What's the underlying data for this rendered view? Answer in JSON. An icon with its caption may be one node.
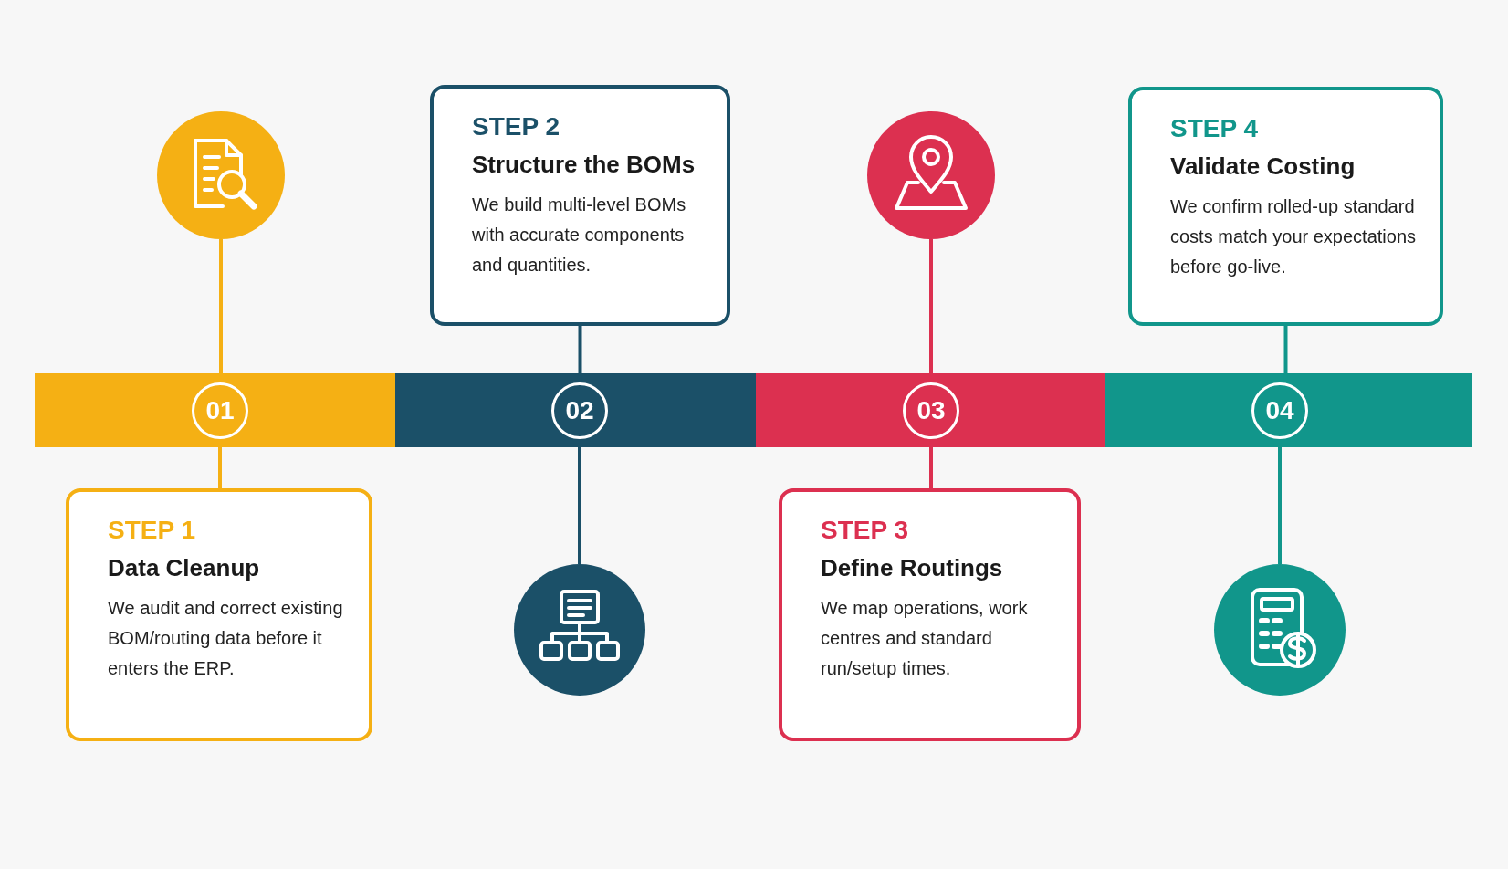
{
  "diagram": {
    "nodes": [
      {
        "text": [],
        "shape": "circle"
      },
      {
        "text": [
          "01"
        ]
      },
      {
        "text": [
          "STEP 1",
          "Data Cleanup",
          "We audit and correct existing BOM/routing data before it enters the ERP."
        ]
      },
      {
        "text": [
          "STEP 2",
          "Structure the BOMs",
          "We build multi-level BOMs with accurate components and quantities."
        ]
      },
      {
        "text": [
          "02"
        ]
      },
      {
        "text": [],
        "shape": "circle"
      },
      {
        "text": [],
        "shape": "circle"
      },
      {
        "text": [
          "03"
        ]
      },
      {
        "text": [
          "STEP 3",
          "Define Routings",
          "We map operations, work centres and standard run/setup times."
        ]
      },
      {
        "text": [
          "STEP 4",
          "Validate Costing",
          "We confirm rolled-up standard costs match your expectations before go-live."
        ]
      },
      {
        "text": [
          "04"
        ]
      },
      {
        "text": [],
        "shape": "circle"
      }
    ],
    "edges": [
      {
        "from": 0,
        "to": 1,
        "arrow": "none",
        "color": "#f5b014"
      },
      {
        "from": 1,
        "to": 2,
        "arrow": "none",
        "color": "#f5b014"
      },
      {
        "from": 3,
        "to": 4,
        "arrow": "none",
        "color": "#1b5068"
      },
      {
        "from": 4,
        "to": 5,
        "arrow": "none",
        "color": "#1b5068"
      },
      {
        "from": 6,
        "to": 7,
        "arrow": "none",
        "color": "#dc3050"
      },
      {
        "from": 7,
        "to": 8,
        "arrow": "none",
        "color": "#dc3050"
      },
      {
        "from": 9,
        "to": 10,
        "arrow": "none",
        "color": "#11968b"
      },
      {
        "from": 10,
        "to": 11,
        "arrow": "none",
        "color": "#11968b"
      }
    ]
  }
}
